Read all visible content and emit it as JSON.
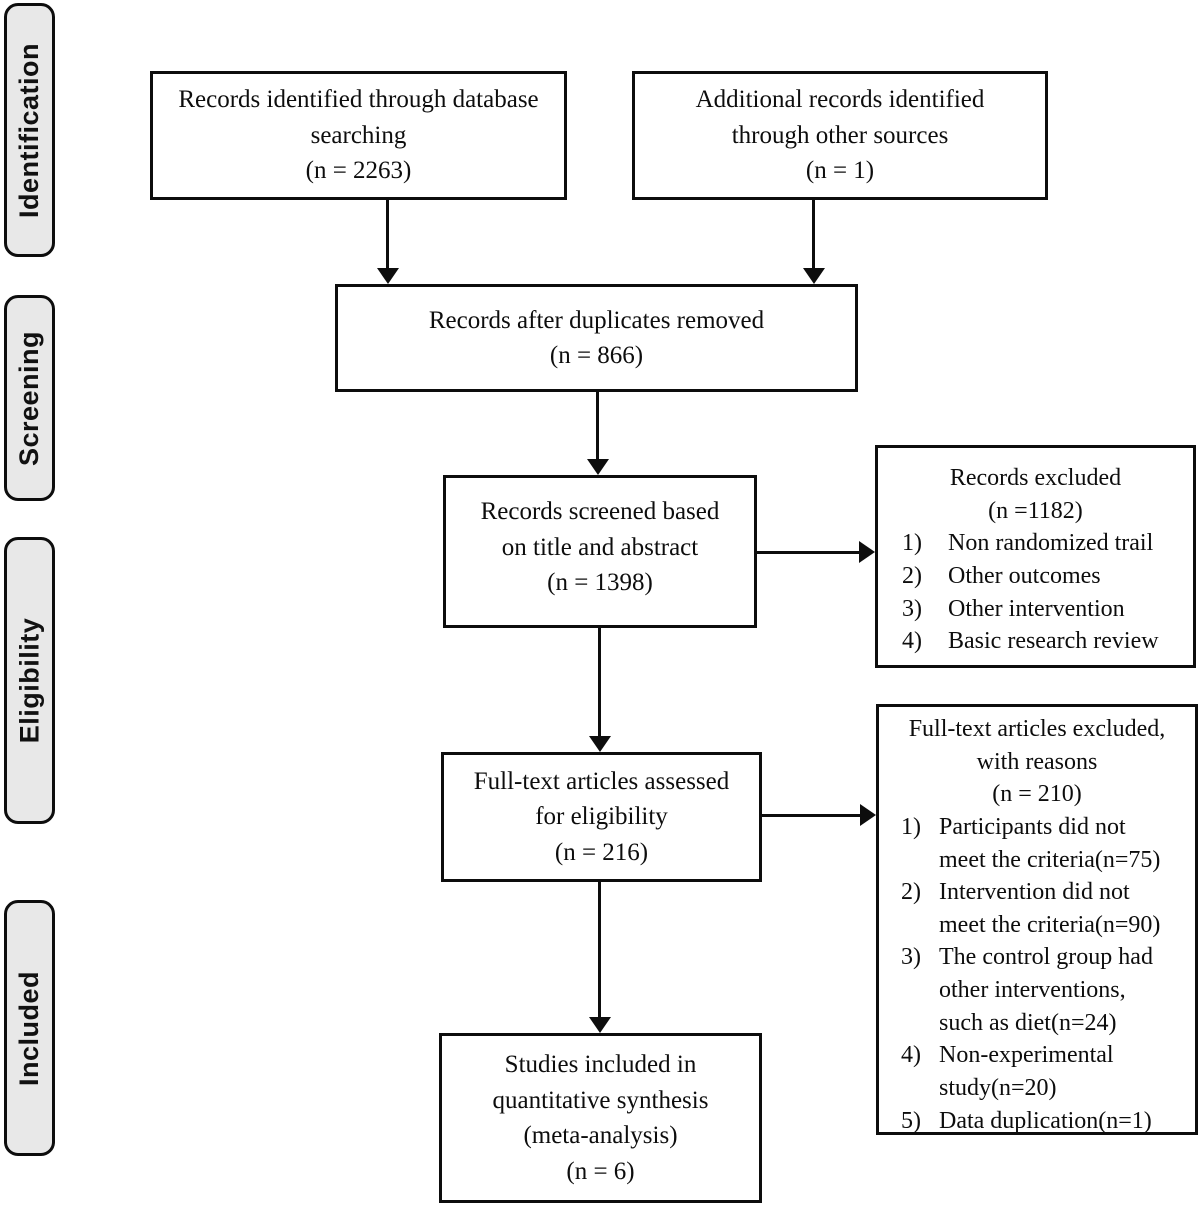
{
  "diagram": {
    "stages": [
      "Identification",
      "Screening",
      "Eligibility",
      "Included"
    ],
    "boxes": {
      "identified": "Records identified through database\nsearching\n(n = 2263)",
      "additional": "Additional records identified\nthrough other sources\n(n = 1)",
      "deduplicated": "Records after duplicates removed\n(n = 866)",
      "screened": "Records screened based\non title and abstract\n(n = 1398)",
      "records_excluded": {
        "header": "Records excluded\n(n =1182)",
        "reasons": [
          "Non randomized trail",
          "Other outcomes",
          "Other intervention",
          "Basic research review"
        ]
      },
      "fulltext_assessed": "Full-text articles assessed\nfor eligibility\n(n = 216)",
      "fulltext_excluded": {
        "header": "Full-text articles excluded,\nwith reasons\n(n = 210)",
        "reasons": [
          "Participants did not\nmeet the criteria(n=75)",
          "Intervention did not\nmeet the criteria(n=90)",
          "The control group had\nother interventions,\nsuch as diet(n=24)",
          "Non-experimental\nstudy(n=20)",
          "Data duplication(n=1)"
        ]
      },
      "included_studies": "Studies included in\nquantitative synthesis\n(meta-analysis)\n(n = 6)"
    }
  }
}
